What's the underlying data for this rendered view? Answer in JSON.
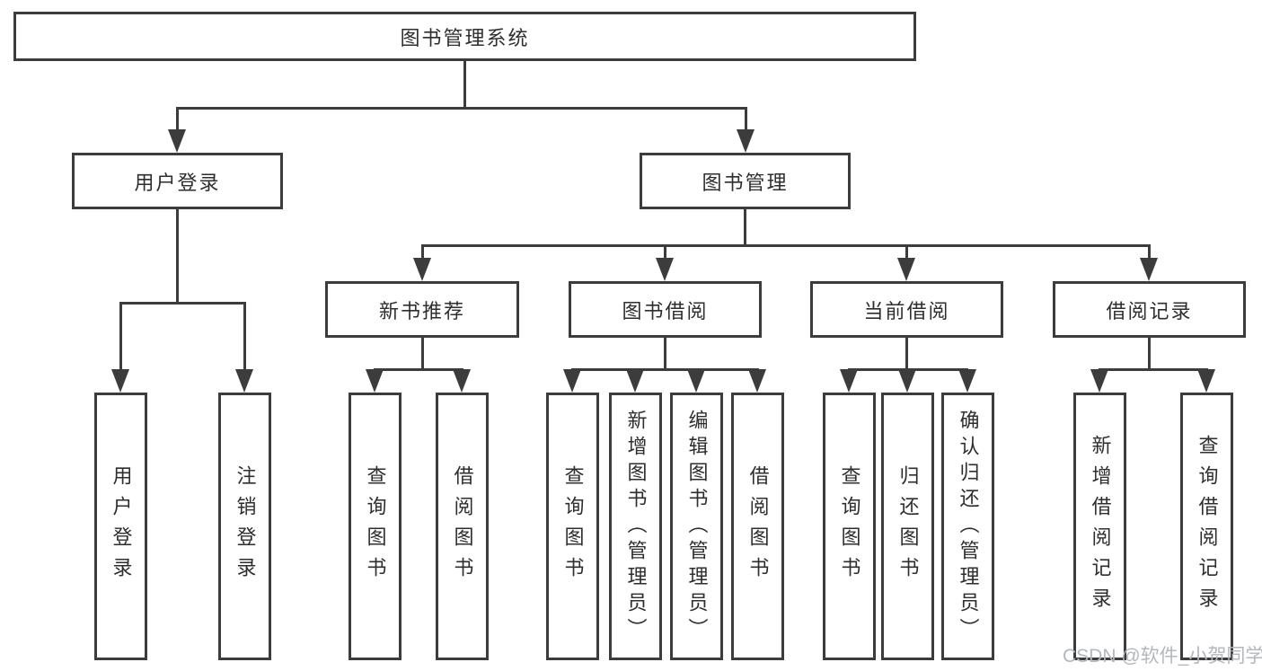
{
  "tree": {
    "root": {
      "label": "图书管理系统",
      "children": [
        {
          "label": "用户登录",
          "children": [
            {
              "label": "用户登录"
            },
            {
              "label": "注销登录"
            }
          ]
        },
        {
          "label": "图书管理",
          "children": [
            {
              "label": "新书推荐",
              "children": [
                {
                  "label": "查询图书"
                },
                {
                  "label": "借阅图书"
                }
              ]
            },
            {
              "label": "图书借阅",
              "children": [
                {
                  "label": "查询图书"
                },
                {
                  "label": "新增图书（管理员）"
                },
                {
                  "label": "编辑图书（管理员）"
                },
                {
                  "label": "借阅图书"
                }
              ]
            },
            {
              "label": "当前借阅",
              "children": [
                {
                  "label": "查询图书"
                },
                {
                  "label": "归还图书"
                },
                {
                  "label": "确认归还（管理员）"
                }
              ]
            },
            {
              "label": "借阅记录",
              "children": [
                {
                  "label": "新增借阅记录"
                },
                {
                  "label": "查询借阅记录"
                }
              ]
            }
          ]
        }
      ]
    }
  },
  "watermark": {
    "text": "CSDN @软件_小贺同学"
  },
  "colors": {
    "line": "#3c3c3c",
    "text": "#2e2e2e",
    "watermark": "#b3b7be",
    "background": "#ffffff"
  }
}
